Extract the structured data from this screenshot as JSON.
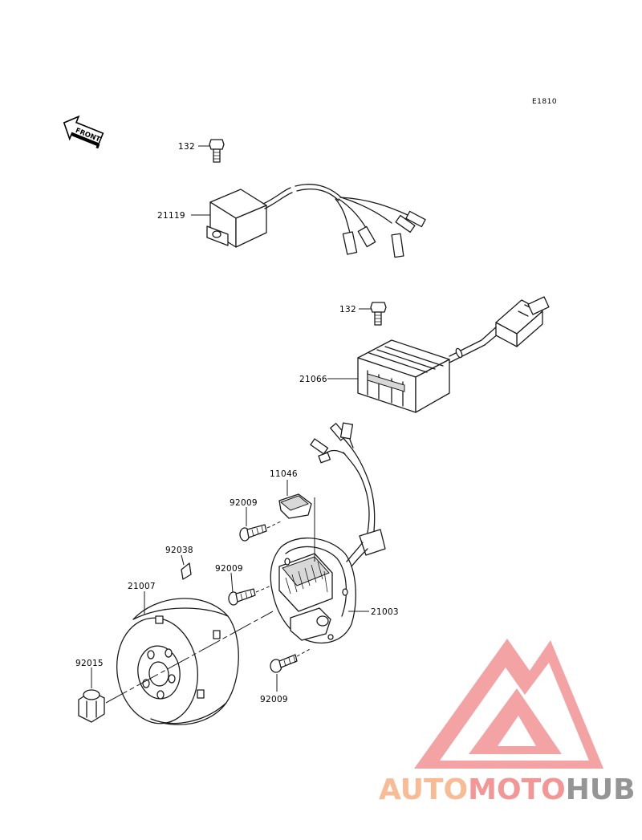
{
  "diagram_code": "E1810",
  "front_indicator": "FRONT",
  "parts": {
    "bolt_top": "132",
    "igniter": "21119",
    "bolt_reg": "132",
    "regulator": "21066",
    "bracket": "11046",
    "screw_a": "92009",
    "key": "92038",
    "screw_b": "92009",
    "flywheel": "21007",
    "stator": "21003",
    "nut": "92015",
    "screw_c": "92009"
  },
  "watermark": {
    "part1": "AUTO",
    "part2": "MOTO",
    "part3": "HUB",
    "color_light": "#f7b48a",
    "color_mid": "#f28b8b",
    "color_dark": "#8a8a8a"
  }
}
